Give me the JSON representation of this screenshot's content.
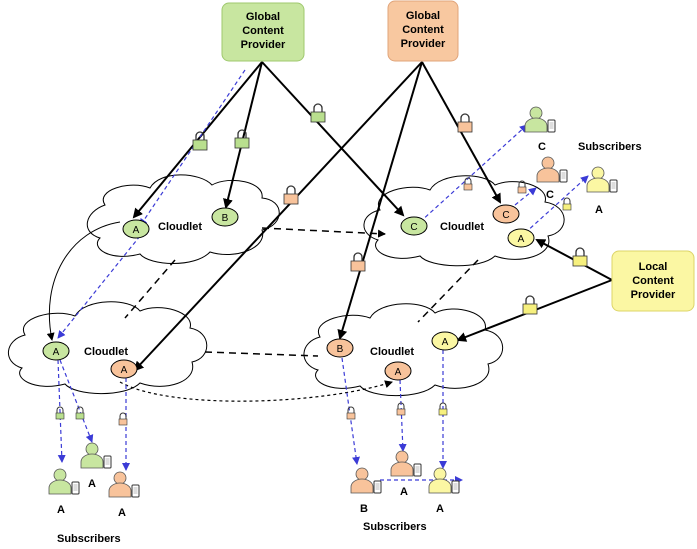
{
  "colors": {
    "green": "#c8e6a0",
    "green_stroke": "#6f9b3c",
    "orange": "#f8c8a0",
    "orange_stroke": "#c9885a",
    "yellow": "#fbf7a3",
    "yellow_stroke": "#c9c24a",
    "blue_dash": "#3b3bd6"
  },
  "providers": {
    "global_green": [
      "Global",
      "Content",
      "Provider"
    ],
    "global_orange": [
      "Global",
      "Content",
      "Provider"
    ],
    "local_yellow": [
      "Local",
      "Content",
      "Provider"
    ]
  },
  "cloudlets": {
    "top_left": {
      "label": "Cloudlet",
      "nodes": [
        "A",
        "B"
      ]
    },
    "top_right": {
      "label": "Cloudlet",
      "nodes": [
        "C",
        "C",
        "A"
      ]
    },
    "bottom_left": {
      "label": "Cloudlet",
      "nodes": [
        "A",
        "A"
      ]
    },
    "bottom_right": {
      "label": "Cloudlet",
      "nodes": [
        "B",
        "A",
        "A"
      ]
    }
  },
  "subscriber_groups": [
    {
      "label": "Subscribers",
      "members": [
        "C",
        "C",
        "A"
      ]
    },
    {
      "label": "Subscribers",
      "members": [
        "A",
        "A",
        "A"
      ]
    },
    {
      "label": "Subscribers",
      "members": [
        "B",
        "A",
        "A"
      ]
    }
  ],
  "icons": [
    "person-icon",
    "phone-icon",
    "lock-icon",
    "cloud-icon"
  ]
}
